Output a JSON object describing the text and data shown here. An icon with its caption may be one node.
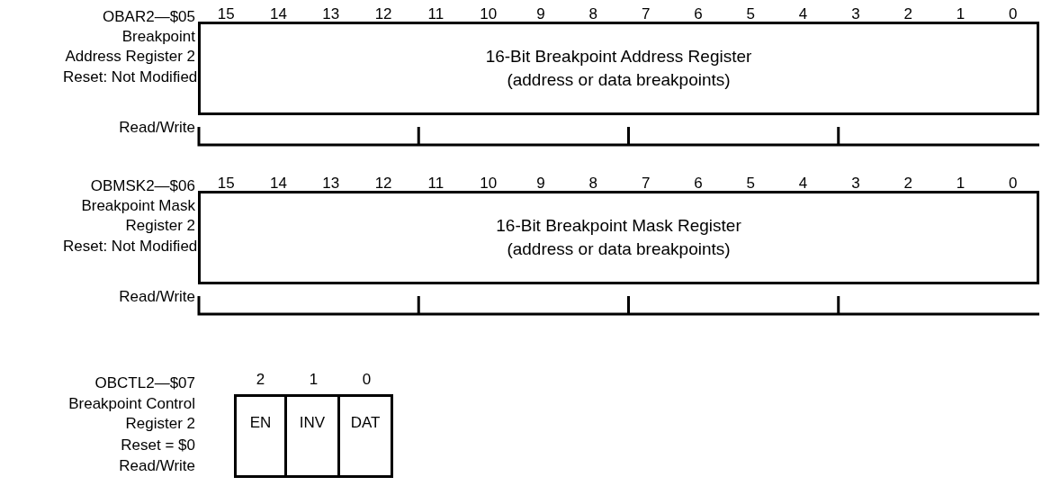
{
  "diagram": {
    "nodes": [
      {
        "text": [
          "16-Bit Breakpoint  Address Register",
          "(address or data breakpoints)"
        ]
      },
      {
        "text": [
          "16-Bit Breakpoint  Mask Register",
          "(address or data breakpoints)"
        ]
      },
      {
        "text": [
          "EN"
        ]
      },
      {
        "text": [
          "INV"
        ]
      },
      {
        "text": [
          "DAT"
        ]
      }
    ],
    "edges": [],
    "labels": [
      "OBAR2—$05",
      "15",
      "14",
      "13",
      "12",
      "11",
      "10",
      "9",
      "8",
      "7",
      "6",
      "5",
      "4",
      "3",
      "2",
      "1",
      "0",
      "Breakpoint Address Register 2",
      "Reset: Not Modified",
      "Read/Write",
      "OBMSK2—$06",
      "15",
      "14",
      "13",
      "12",
      "11",
      "10",
      "9",
      "8",
      "7",
      "6",
      "5",
      "4",
      "3",
      "2",
      "1",
      "0",
      "Breakpoint Mask Register 2",
      "Reset: Not Modified",
      "Read/Write",
      "OBCTL2—$07",
      "2",
      "1",
      "0",
      "Breakpoint Control Register 2",
      "Reset = $0",
      "Read/Write"
    ]
  }
}
